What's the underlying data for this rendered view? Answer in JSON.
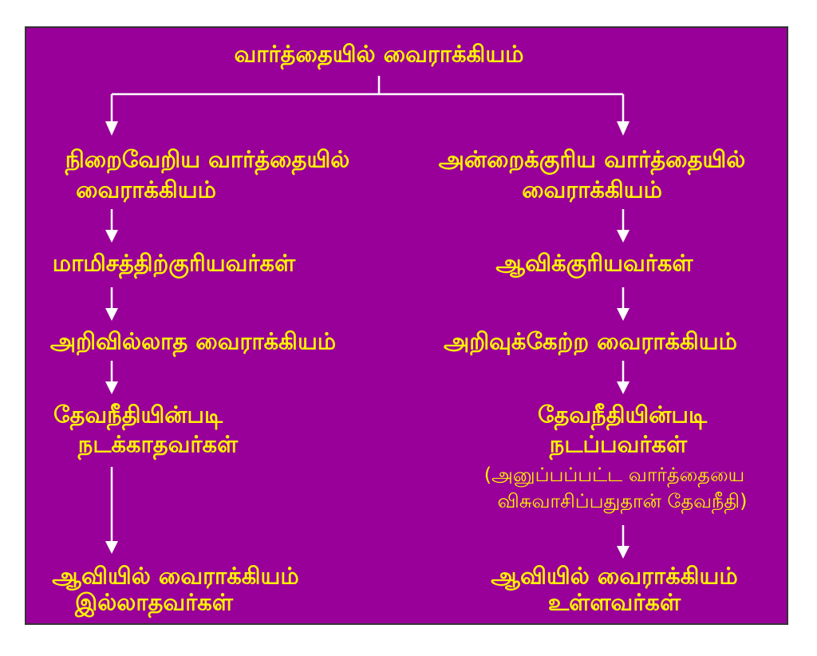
{
  "colors": {
    "background": "#990099",
    "text": "#fff200",
    "arrows": "#ffffff",
    "border": "#333333"
  },
  "root": "வார்த்தையில் வைராக்கியம்",
  "left": {
    "n1": [
      "நிறைவேறிய வார்த்தையில்",
      "வைராக்கியம்"
    ],
    "n2": "மாமிசத்திற்குரியவர்கள்",
    "n3": "அறிவில்லாத வைராக்கியம்",
    "n4": [
      "தேவநீதியின்படி",
      "நடக்காதவர்கள்"
    ],
    "n5": [
      "ஆவியில் வைராக்கியம்",
      "இல்லாதவர்கள்"
    ]
  },
  "right": {
    "n1": [
      "அன்றைக்குரிய வார்த்தையில்",
      "வைராக்கியம்"
    ],
    "n2": "ஆவிக்குரியவர்கள்",
    "n3": "அறிவுக்கேற்ற வைராக்கியம்",
    "n4": [
      "தேவநீதியின்படி",
      "நடப்பவர்கள்"
    ],
    "note": [
      "(அனுப்பப்பட்ட வார்த்தையை",
      "விசுவாசிப்பதுதான் தேவநீதி)"
    ],
    "n5": [
      "ஆவியில் வைராக்கியம்",
      "உள்ளவர்கள்"
    ]
  }
}
